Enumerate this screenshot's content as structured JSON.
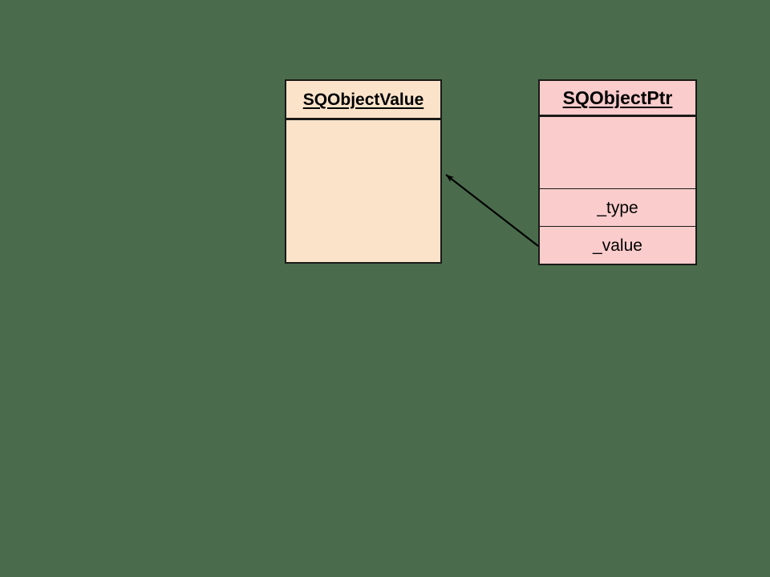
{
  "diagram": {
    "background_color": "#4a6c4c",
    "classes": [
      {
        "id": "sqobjectvalue",
        "name": "SQObjectValue",
        "fill_color": "#fbe3ca",
        "border_color": "#1a1a18",
        "attributes": []
      },
      {
        "id": "sqobjectptr",
        "name": "SQObjectPtr",
        "fill_color": "#facccc",
        "border_color": "#1a1a18",
        "attributes": [
          {
            "name": "_type"
          },
          {
            "name": "_value"
          }
        ]
      }
    ],
    "relationships": [
      {
        "kind": "association-arrow",
        "from": "sqobjectptr",
        "to": "sqobjectvalue",
        "arrow_at": "to",
        "line_color": "#000000"
      }
    ]
  }
}
